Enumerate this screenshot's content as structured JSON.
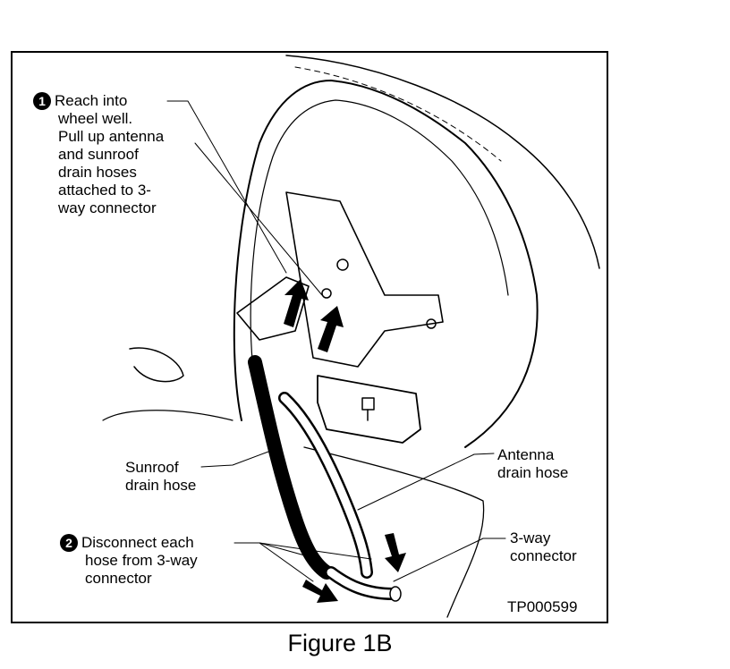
{
  "step1": {
    "number": "1",
    "lines": [
      "Reach into",
      "wheel well.",
      "Pull up antenna",
      "and sunroof",
      "drain hoses",
      "attached to 3-",
      "way connector"
    ]
  },
  "sunroof_label": [
    "Sunroof",
    "drain hose"
  ],
  "antenna_label": [
    "Antenna",
    "drain hose"
  ],
  "step2": {
    "number": "2",
    "lines": [
      "Disconnect each",
      "hose from 3-way",
      "connector"
    ]
  },
  "connector_label": [
    "3-way",
    "connector"
  ],
  "figure_code": "TP000599",
  "figure_caption": "Figure 1B"
}
